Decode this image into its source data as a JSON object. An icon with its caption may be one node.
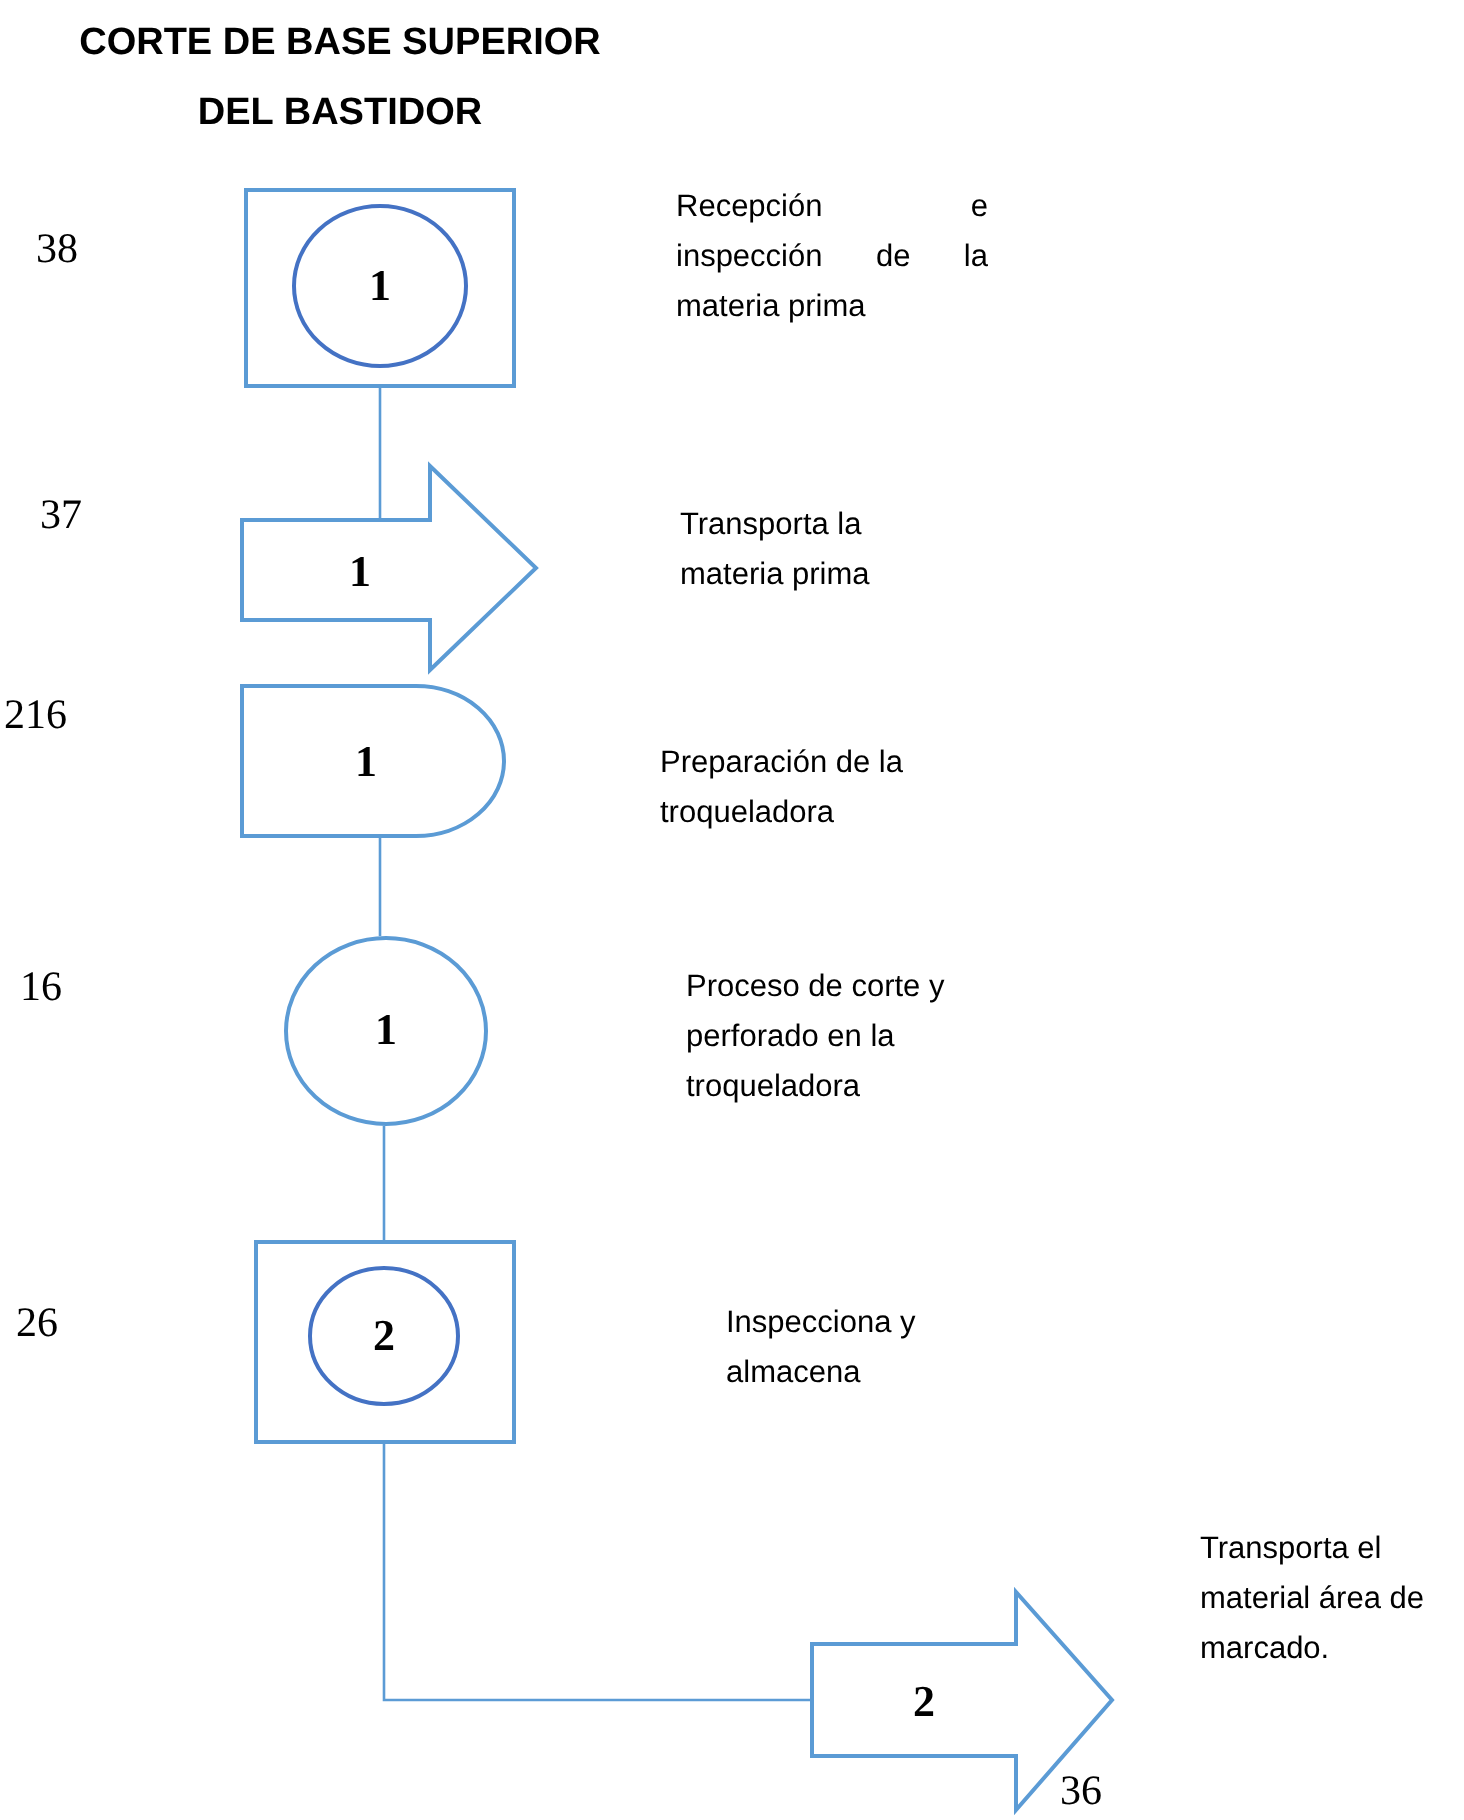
{
  "diagram": {
    "title": "CORTE DE BASE SUPERIOR DEL BASTIDOR",
    "nodes": [
      {
        "text": [
          "1"
        ]
      },
      {
        "text": [
          "1"
        ]
      },
      {
        "text": [
          "1"
        ]
      },
      {
        "text": [
          "1"
        ]
      },
      {
        "text": [
          "2"
        ]
      },
      {
        "text": [
          "2"
        ]
      }
    ],
    "edges": [
      {
        "from": 0,
        "to": 1,
        "arrow": "none"
      },
      {
        "from": 2,
        "to": 3,
        "arrow": "none"
      },
      {
        "from": 3,
        "to": 4,
        "arrow": "none"
      },
      {
        "from": 4,
        "to": 5,
        "arrow": "none"
      }
    ],
    "labels": [
      "38",
      "Recepción e inspección de la materia prima",
      "37",
      "Transporta la materia prima",
      "216",
      "Preparación de la troqueladora",
      "16",
      "Proceso de corte y perforado en la troqueladora",
      "26",
      "Inspecciona y almacena",
      "Transporta el material área de marcado.",
      "36"
    ]
  }
}
